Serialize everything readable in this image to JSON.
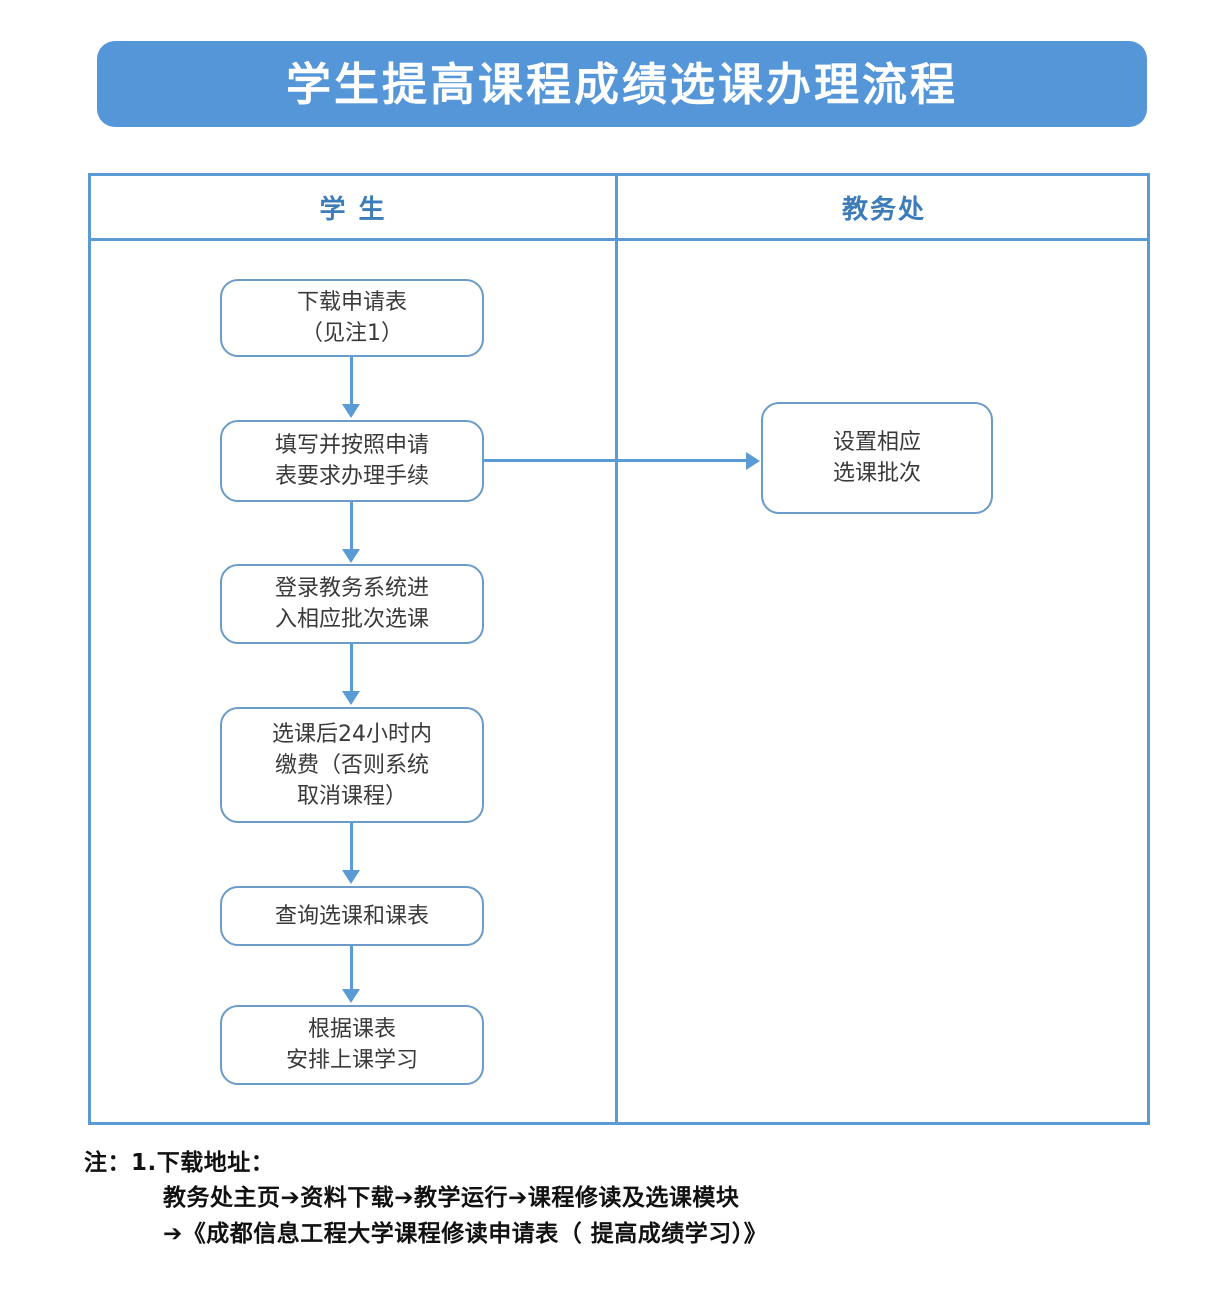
{
  "title": {
    "text": "学生提高课程成绩选课办理流程",
    "banner_color": "#5496D8",
    "text_color": "#ffffff"
  },
  "lanes": {
    "border_color": "#5B9BD5",
    "header_text_color": "#3C7CB8",
    "columns": [
      {
        "id": "student",
        "label": "学 生"
      },
      {
        "id": "academic-affairs",
        "label": "教务处"
      }
    ]
  },
  "nodes": {
    "box_border_color": "#6B9BC9",
    "box_text_color": "#3A3A3A",
    "student": [
      {
        "id": "download-form",
        "lines": [
          "下载申请表",
          "（见注1）"
        ]
      },
      {
        "id": "fill-and-submit",
        "lines": [
          "填写并按照申请",
          "表要求办理手续"
        ]
      },
      {
        "id": "login-and-select",
        "lines": [
          "登录教务系统进",
          "入相应批次选课"
        ]
      },
      {
        "id": "pay-within-24h",
        "lines": [
          "选课后24小时内",
          "缴费（否则系统",
          "取消课程）"
        ]
      },
      {
        "id": "query-schedule",
        "lines": [
          "查询选课和课表"
        ]
      },
      {
        "id": "attend-class",
        "lines": [
          "根据课表",
          "安排上课学习"
        ]
      }
    ],
    "academic_affairs": [
      {
        "id": "set-batch",
        "lines": [
          "设置相应",
          "选课批次"
        ]
      }
    ]
  },
  "note": {
    "title": "注：1.下载地址：",
    "line1": "教务处主页➔资料下载➔教学运行➔课程修读及选课模块",
    "line2": "➔《成都信息工程大学课程修读申请表（ 提高成绩学习）》"
  }
}
